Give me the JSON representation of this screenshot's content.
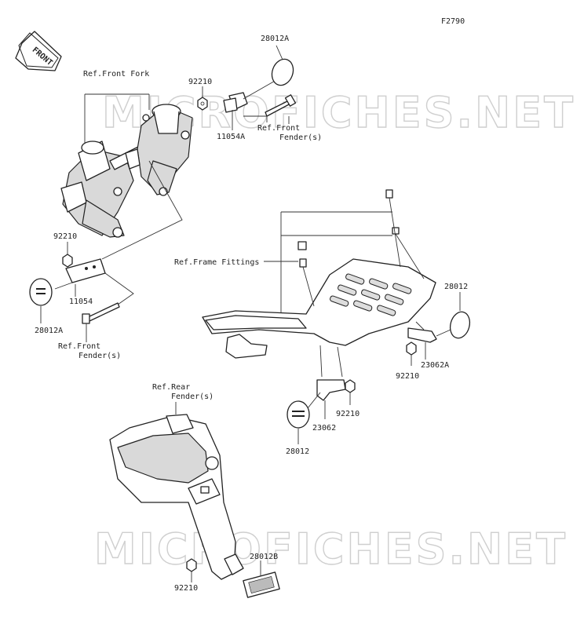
{
  "figure_code": "F2790",
  "front_arrow": "FRONT",
  "watermark": "MICROFICHES.NET",
  "labels": {
    "ref_front_fork": "Ref.Front Fork",
    "p28012A_top": "28012A",
    "p92210_top": "92210",
    "p11054A": "11054A",
    "ref_front_fender_top_1": "Ref.Front",
    "ref_front_fender_top_2": "Fender(s)",
    "p92210_left": "92210",
    "p11054": "11054",
    "p28012A_left": "28012A",
    "ref_front_fender_left_1": "Ref.Front",
    "ref_front_fender_left_2": "Fender(s)",
    "ref_frame_fittings": "Ref.Frame Fittings",
    "p28012_right": "28012",
    "p23062A": "23062A",
    "p92210_right": "92210",
    "p92210_mid": "92210",
    "p23062": "23062",
    "p28012_mid": "28012",
    "ref_rear_fender_1": "Ref.Rear",
    "ref_rear_fender_2": "Fender(s)",
    "p28012B": "28012B",
    "p92210_bottom": "92210"
  }
}
